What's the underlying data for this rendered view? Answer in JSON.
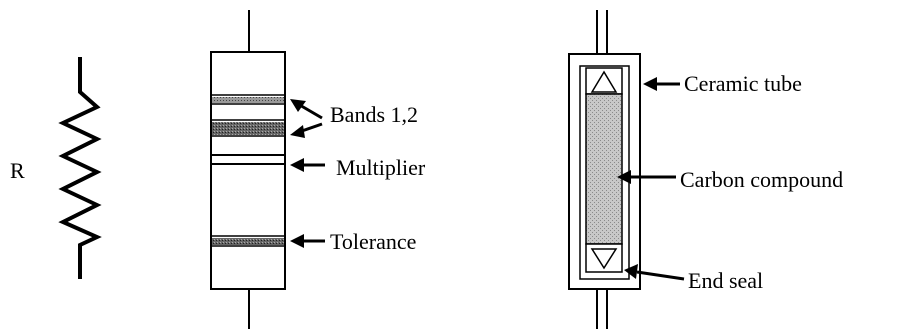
{
  "symbol": {
    "label": "R"
  },
  "resistor_labels": {
    "bands": "Bands 1,2",
    "multiplier": "Multiplier",
    "tolerance": "Tolerance"
  },
  "construction_labels": {
    "tube": "Ceramic tube",
    "compound": "Carbon compound",
    "seal": "End seal"
  }
}
